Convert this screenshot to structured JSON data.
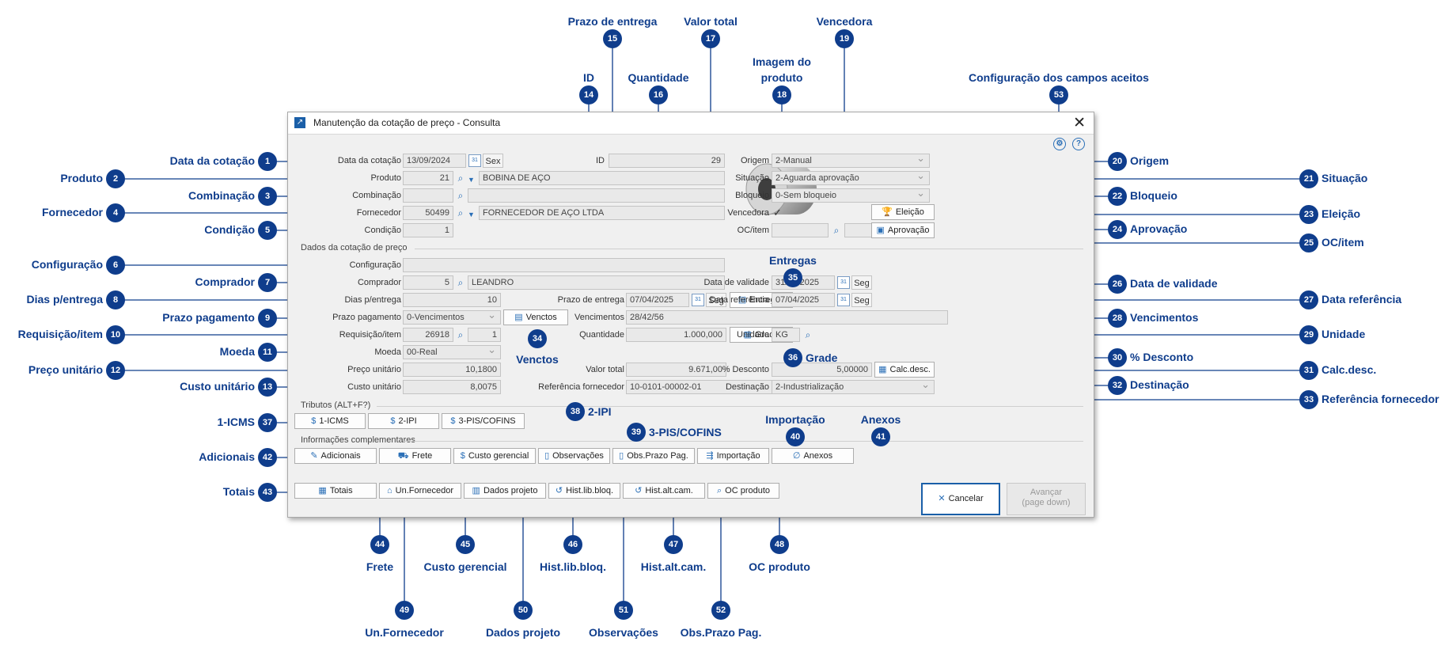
{
  "window": {
    "title": "Manutenção da cotação de preço - Consulta",
    "icon": "app-arrow-icon"
  },
  "header_icons": {
    "config": "gear-icon",
    "help": "help-icon"
  },
  "fields": {
    "data_cotacao": {
      "label": "Data da cotação",
      "value": "13/09/2024",
      "weekday": "Sex"
    },
    "id": {
      "label": "ID",
      "value": "29"
    },
    "produto": {
      "label": "Produto",
      "code": "21",
      "desc": "BOBINA DE AÇO"
    },
    "combinacao": {
      "label": "Combinação",
      "code": "",
      "desc": ""
    },
    "fornecedor": {
      "label": "Fornecedor",
      "code": "50499",
      "desc": "FORNECEDOR DE AÇO LTDA"
    },
    "condicao": {
      "label": "Condição",
      "value": "1"
    },
    "origem": {
      "label": "Origem",
      "value": "2-Manual"
    },
    "situacao": {
      "label": "Situação",
      "value": "2-Aguarda aprovação"
    },
    "bloqueio": {
      "label": "Bloqueio",
      "value": "0-Sem bloqueio"
    },
    "vencedora": {
      "label": "Vencedora",
      "checked": "✓"
    },
    "oc_item": {
      "label": "OC/item",
      "oc": "",
      "item": ""
    },
    "configuracao": {
      "label": "Configuração",
      "value": ""
    },
    "comprador": {
      "label": "Comprador",
      "code": "5",
      "desc": "LEANDRO"
    },
    "dias_entrega": {
      "label": "Dias p/entrega",
      "value": "10"
    },
    "prazo_pagamento": {
      "label": "Prazo pagamento",
      "value": "0-Vencimentos"
    },
    "requisicao_item": {
      "label": "Requisição/item",
      "req": "26918",
      "item": "1"
    },
    "moeda": {
      "label": "Moeda",
      "value": "00-Real"
    },
    "preco_unitario": {
      "label": "Preço unitário",
      "value": "10,1800"
    },
    "custo_unitario": {
      "label": "Custo unitário",
      "value": "8,0075"
    },
    "prazo_entrega": {
      "label": "Prazo de entrega",
      "value": "07/04/2025",
      "weekday": "Seg"
    },
    "vencimentos": {
      "label": "Vencimentos",
      "value": "28/42/56"
    },
    "quantidade": {
      "label": "Quantidade",
      "value": "1.000,000"
    },
    "valor_total": {
      "label": "Valor total",
      "value": "9.671,00"
    },
    "referencia_fornecedor": {
      "label": "Referência fornecedor",
      "value": "10-0101-00002-01"
    },
    "data_validade": {
      "label": "Data de validade",
      "value": "31/03/2025",
      "weekday": "Seg"
    },
    "data_referencia": {
      "label": "Data referência",
      "value": "07/04/2025",
      "weekday": "Seg"
    },
    "unidade": {
      "label": "Unidade",
      "value": "KG"
    },
    "desconto": {
      "label": "% Desconto",
      "value": "5,00000"
    },
    "destinacao": {
      "label": "Destinação",
      "value": "2-Industrialização"
    }
  },
  "sections": {
    "dados": "Dados da cotação de preço",
    "tributos": "Tributos (ALT+F?)",
    "info": "Informações complementares"
  },
  "buttons": {
    "eleicao": "Eleição",
    "aprovacao": "Aprovação",
    "entregas": "Entregas",
    "vinctos": "Venctos",
    "grade": "Grade",
    "calc_desc": "Calc.desc.",
    "icms": "1-ICMS",
    "ipi": "2-IPI",
    "pis": "3-PIS/COFINS",
    "adicionais": "Adicionais",
    "frete": "Frete",
    "custo_gerencial": "Custo gerencial",
    "observacoes": "Observações",
    "obs_prazo": "Obs.Prazo Pag.",
    "importacao": "Importação",
    "anexos": "Anexos",
    "totais": "Totais",
    "un_fornecedor": "Un.Fornecedor",
    "dados_projeto": "Dados projeto",
    "hist_lib_bloq": "Hist.lib.bloq.",
    "hist_alt_cam": "Hist.alt.cam.",
    "oc_produto": "OC produto",
    "cancelar": "Cancelar",
    "avancar": "Avançar",
    "avancar_sub": "(page down)"
  },
  "callouts": [
    {
      "n": "1",
      "label": "Data da cotação"
    },
    {
      "n": "2",
      "label": "Produto"
    },
    {
      "n": "3",
      "label": "Combinação"
    },
    {
      "n": "4",
      "label": "Fornecedor"
    },
    {
      "n": "5",
      "label": "Condição"
    },
    {
      "n": "6",
      "label": "Configuração"
    },
    {
      "n": "7",
      "label": "Comprador"
    },
    {
      "n": "8",
      "label": "Dias p/entrega"
    },
    {
      "n": "9",
      "label": "Prazo pagamento"
    },
    {
      "n": "10",
      "label": "Requisição/item"
    },
    {
      "n": "11",
      "label": "Moeda"
    },
    {
      "n": "12",
      "label": "Preço unitário"
    },
    {
      "n": "13",
      "label": "Custo unitário"
    },
    {
      "n": "14",
      "label": "ID"
    },
    {
      "n": "15",
      "label": "Prazo de entrega"
    },
    {
      "n": "16",
      "label": "Quantidade"
    },
    {
      "n": "17",
      "label": "Valor total"
    },
    {
      "n": "18",
      "label": "Imagem do produto"
    },
    {
      "n": "19",
      "label": "Vencedora"
    },
    {
      "n": "20",
      "label": "Origem"
    },
    {
      "n": "21",
      "label": "Situação"
    },
    {
      "n": "22",
      "label": "Bloqueio"
    },
    {
      "n": "23",
      "label": "Eleição"
    },
    {
      "n": "24",
      "label": "Aprovação"
    },
    {
      "n": "25",
      "label": "OC/item"
    },
    {
      "n": "26",
      "label": "Data de validade"
    },
    {
      "n": "27",
      "label": "Data referência"
    },
    {
      "n": "28",
      "label": "Vencimentos"
    },
    {
      "n": "29",
      "label": "Unidade"
    },
    {
      "n": "30",
      "label": "% Desconto"
    },
    {
      "n": "31",
      "label": "Calc.desc."
    },
    {
      "n": "32",
      "label": "Destinação"
    },
    {
      "n": "33",
      "label": "Referência fornecedor"
    },
    {
      "n": "34",
      "label": "Venctos"
    },
    {
      "n": "35",
      "label": "Entregas"
    },
    {
      "n": "36",
      "label": "Grade"
    },
    {
      "n": "37",
      "label": "1-ICMS"
    },
    {
      "n": "38",
      "label": "2-IPI"
    },
    {
      "n": "39",
      "label": "3-PIS/COFINS"
    },
    {
      "n": "40",
      "label": "Importação"
    },
    {
      "n": "41",
      "label": "Anexos"
    },
    {
      "n": "42",
      "label": "Adicionais"
    },
    {
      "n": "43",
      "label": "Totais"
    },
    {
      "n": "44",
      "label": "Frete"
    },
    {
      "n": "45",
      "label": "Custo gerencial"
    },
    {
      "n": "46",
      "label": "Hist.lib.bloq."
    },
    {
      "n": "47",
      "label": "Hist.alt.cam."
    },
    {
      "n": "48",
      "label": "OC produto"
    },
    {
      "n": "49",
      "label": "Un.Fornecedor"
    },
    {
      "n": "50",
      "label": "Dados projeto"
    },
    {
      "n": "51",
      "label": "Observações"
    },
    {
      "n": "52",
      "label": "Obs.Prazo Pag."
    },
    {
      "n": "53",
      "label": "Configuração dos campos aceitos"
    }
  ]
}
